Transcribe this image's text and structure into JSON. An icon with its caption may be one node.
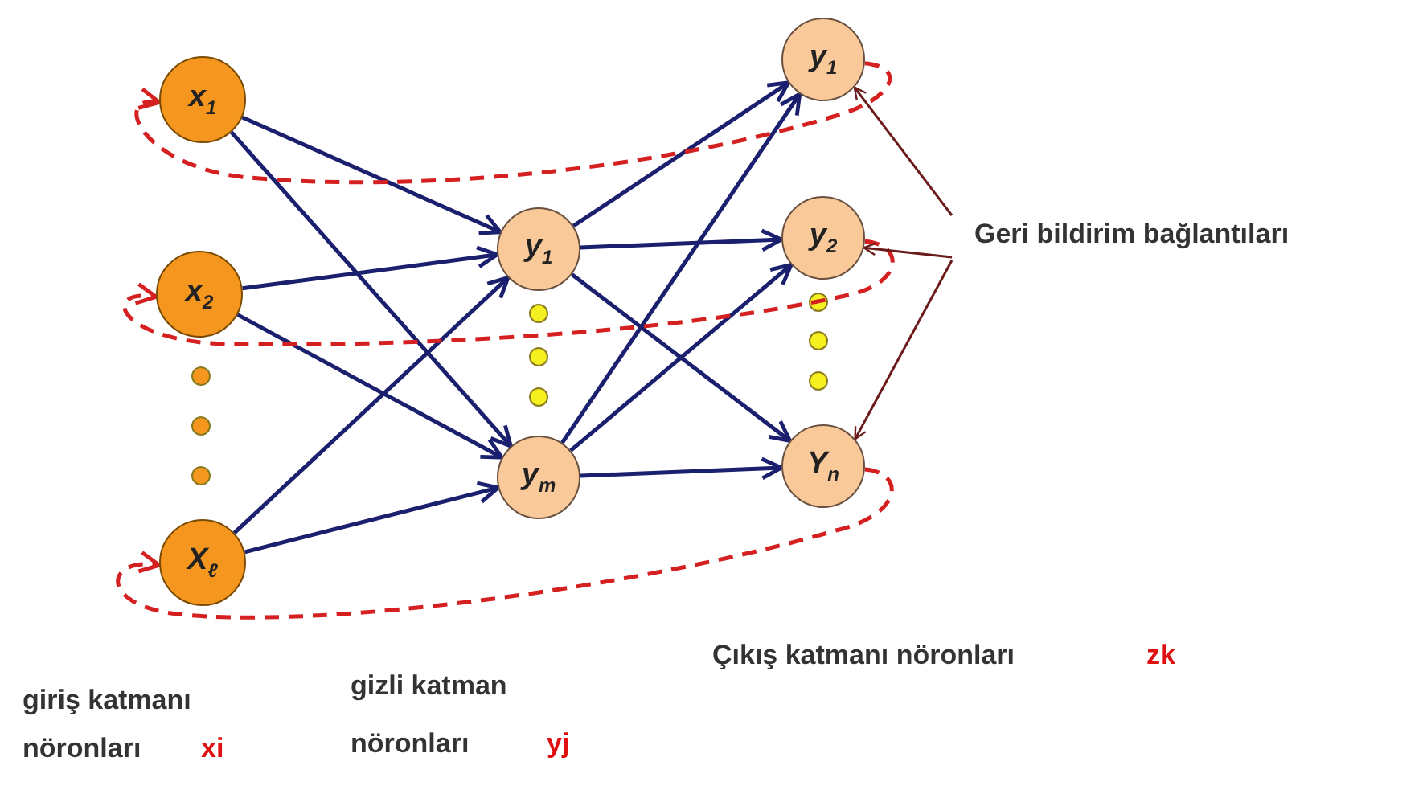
{
  "diagram": {
    "nodes": [
      {
        "text": [
          "x$_{1}$"
        ]
      },
      {
        "text": [
          "x$_{2}$"
        ]
      },
      {
        "text": [
          "X$_{ℓ}$"
        ]
      },
      {
        "text": [
          "y$_{1}$"
        ]
      },
      {
        "text": [
          "y$_{m}$"
        ]
      },
      {
        "text": [
          "y$_{1}$"
        ]
      },
      {
        "text": [
          "y$_{2}$"
        ]
      },
      {
        "text": [
          "Y$_{n}$"
        ]
      },
      {
        "text": [
          "Geri bildirim bağlantıları"
        ]
      }
    ],
    "edges": [
      {
        "from": 0,
        "to": 3,
        "arrow": "to"
      },
      {
        "from": 0,
        "to": 4,
        "arrow": "to"
      },
      {
        "from": 1,
        "to": 3,
        "arrow": "to"
      },
      {
        "from": 1,
        "to": 4,
        "arrow": "to"
      },
      {
        "from": 2,
        "to": 3,
        "arrow": "to"
      },
      {
        "from": 2,
        "to": 4,
        "arrow": "to"
      },
      {
        "from": 3,
        "to": 5,
        "arrow": "to"
      },
      {
        "from": 3,
        "to": 6,
        "arrow": "to"
      },
      {
        "from": 3,
        "to": 7,
        "arrow": "to"
      },
      {
        "from": 4,
        "to": 5,
        "arrow": "to"
      },
      {
        "from": 4,
        "to": 6,
        "arrow": "to"
      },
      {
        "from": 4,
        "to": 7,
        "arrow": "to"
      },
      {
        "from": 5,
        "to": 0,
        "arrow": "to",
        "style": "dashed",
        "color": "#d42020"
      },
      {
        "from": 6,
        "to": 1,
        "arrow": "to",
        "style": "dashed",
        "color": "#d42020"
      },
      {
        "from": 7,
        "to": 2,
        "arrow": "to",
        "style": "dashed",
        "color": "#d42020"
      },
      {
        "from": 8,
        "to": 5,
        "arrow": "to",
        "color": "#6b1a1a"
      },
      {
        "from": 8,
        "to": 6,
        "arrow": "to",
        "color": "#6b1a1a"
      },
      {
        "from": 8,
        "to": 7,
        "arrow": "to",
        "color": "#6b1a1a"
      }
    ],
    "labels": [
      "giriş katmanı nöronları",
      "xi",
      "gizli katman nöronları",
      "yj",
      "Çıkış katmanı nöronları",
      "zk"
    ]
  }
}
